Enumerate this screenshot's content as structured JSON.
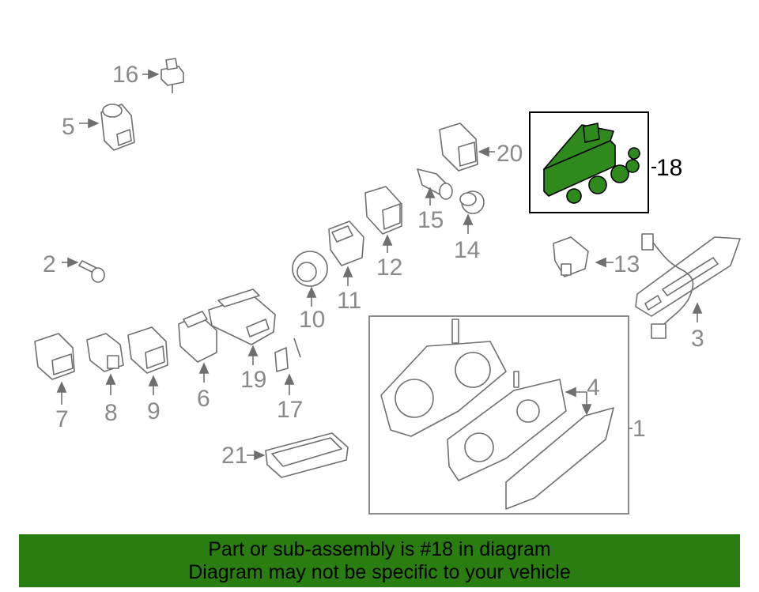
{
  "colors": {
    "highlight": "#2f8a1e",
    "banner": "#2a7d10",
    "callout_gray": "#8a8a8a",
    "line_gray": "#6f6f6f"
  },
  "callouts": {
    "c1": "1",
    "c2": "2",
    "c3": "3",
    "c4": "4",
    "c5": "5",
    "c6": "6",
    "c7": "7",
    "c8": "8",
    "c9": "9",
    "c10": "10",
    "c11": "11",
    "c12": "12",
    "c13": "13",
    "c14": "14",
    "c15": "15",
    "c16": "16",
    "c17": "17",
    "c18": "18",
    "c19": "19",
    "c20": "20",
    "c21": "21"
  },
  "banner": {
    "line1": "Part or sub-assembly is #18 in diagram",
    "line2": "Diagram may not be specific to your vehicle"
  }
}
